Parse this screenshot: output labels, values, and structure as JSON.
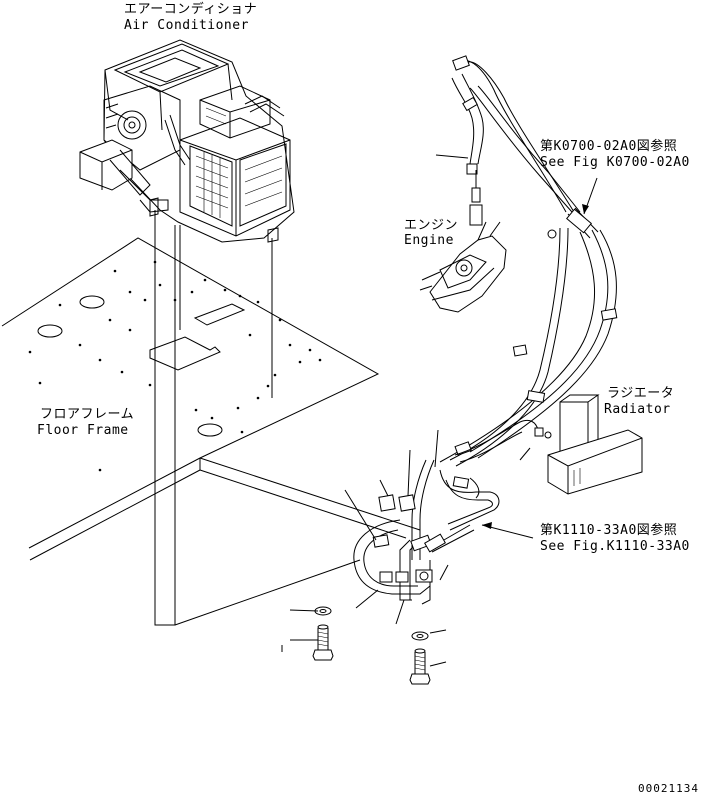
{
  "labels": {
    "air_conditioner_jp": "エアーコンディショナ",
    "air_conditioner_en": "Air Conditioner",
    "engine_jp": "エンジン",
    "engine_en": "Engine",
    "floor_frame_jp": "フロアフレーム",
    "floor_frame_en": "Floor Frame",
    "radiator_jp": "ラジエータ",
    "radiator_en": "Radiator",
    "ref_top_jp": "第K0700-02A0図参照",
    "ref_top_en": "See Fig K0700-02A0",
    "ref_bottom_jp": "第K1110-33A0図参照",
    "ref_bottom_en": "See Fig.K1110-33A0"
  },
  "drawing_number": "00021134"
}
